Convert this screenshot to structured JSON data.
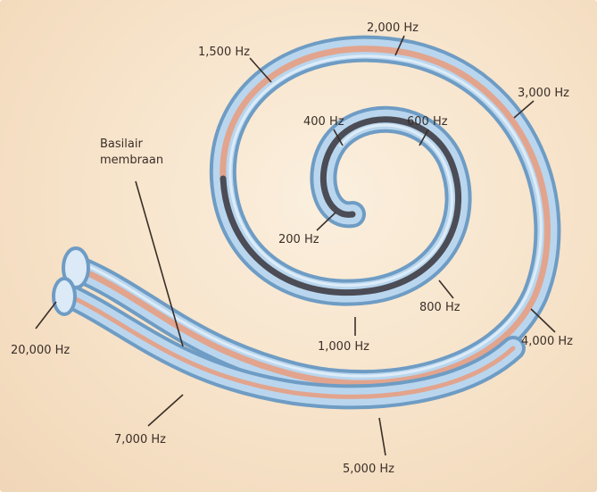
{
  "diagram": {
    "colors": {
      "background": "#f8e7d0",
      "tube_outer": "#7aa6cb",
      "tube_inner": "#b8d5ec",
      "membrane": "#e3a58e",
      "membrane_dark": "#4a4a52",
      "leader_line": "#3a2e28"
    },
    "labels": {
      "hz_2000": "2,000 Hz",
      "hz_1500": "1,500 Hz",
      "hz_3000": "3,000 Hz",
      "hz_400": "400 Hz",
      "hz_600": "600 Hz",
      "hz_200": "200 Hz",
      "hz_800": "800 Hz",
      "hz_1000": "1,000 Hz",
      "hz_4000": "4,000 Hz",
      "hz_20000": "20,000 Hz",
      "hz_7000": "7,000 Hz",
      "hz_5000": "5,000 Hz",
      "membrane_line1": "Basilair",
      "membrane_line2": "membraan"
    }
  }
}
